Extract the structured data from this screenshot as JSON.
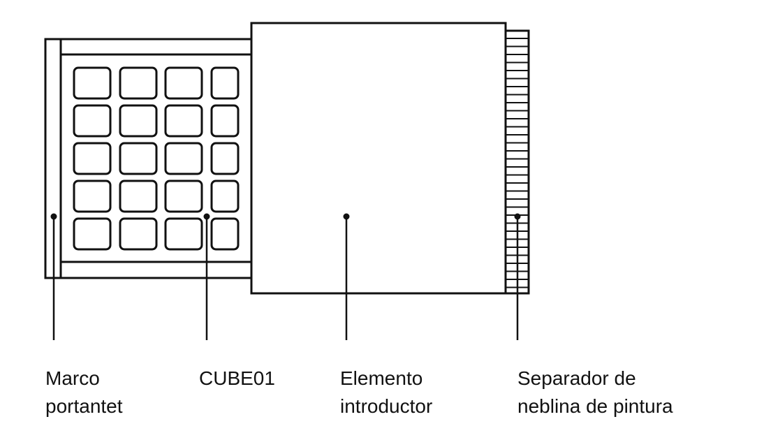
{
  "colors": {
    "stroke": "#111111",
    "background": "#ffffff"
  },
  "labels": {
    "frame": [
      "Marco",
      "portantet"
    ],
    "cube": [
      "CUBE01"
    ],
    "intro": [
      "Elemento",
      "introductor"
    ],
    "separator": [
      "Separador de",
      "neblina de pintura"
    ]
  }
}
